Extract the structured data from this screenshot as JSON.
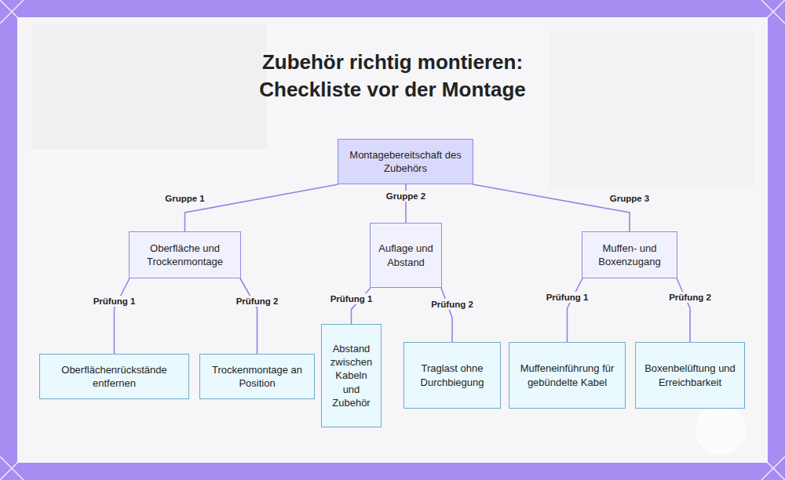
{
  "diagram": {
    "title": "Zubehör richtig montieren: Checkliste vor der Montage",
    "nodes": [
      {
        "text": [
          "Montagebereitschaft des Zubehörs"
        ]
      },
      {
        "text": [
          "Oberfläche und Trockenmontage"
        ]
      },
      {
        "text": [
          "Auflage und Abstand"
        ]
      },
      {
        "text": [
          "Muffen- und Boxenzugang"
        ]
      },
      {
        "text": [
          "Oberflächenrückstände entfernen"
        ]
      },
      {
        "text": [
          "Trockenmontage an Position"
        ]
      },
      {
        "text": [
          "Abstand zwischen Kabeln und Zubehör"
        ]
      },
      {
        "text": [
          "Traglast ohne Durchbiegung"
        ]
      },
      {
        "text": [
          "Muffeneinführung für gebündelte Kabel"
        ]
      },
      {
        "text": [
          "Boxenbelüftung und Erreichbarkeit"
        ]
      }
    ],
    "edges": [
      {
        "from": 0,
        "to": 1,
        "arrow": "none",
        "label": "Gruppe 1"
      },
      {
        "from": 0,
        "to": 2,
        "arrow": "none",
        "label": "Gruppe 2"
      },
      {
        "from": 0,
        "to": 3,
        "arrow": "none",
        "label": "Gruppe 3"
      },
      {
        "from": 1,
        "to": 4,
        "arrow": "none",
        "label": "Prüfung 1"
      },
      {
        "from": 1,
        "to": 5,
        "arrow": "none",
        "label": "Prüfung 2"
      },
      {
        "from": 2,
        "to": 6,
        "arrow": "none",
        "label": "Prüfung 1"
      },
      {
        "from": 2,
        "to": 7,
        "arrow": "none",
        "label": "Prüfung 2"
      },
      {
        "from": 3,
        "to": 8,
        "arrow": "none",
        "label": "Prüfung 1"
      },
      {
        "from": 3,
        "to": 9,
        "arrow": "none",
        "label": "Prüfung 2"
      }
    ]
  }
}
